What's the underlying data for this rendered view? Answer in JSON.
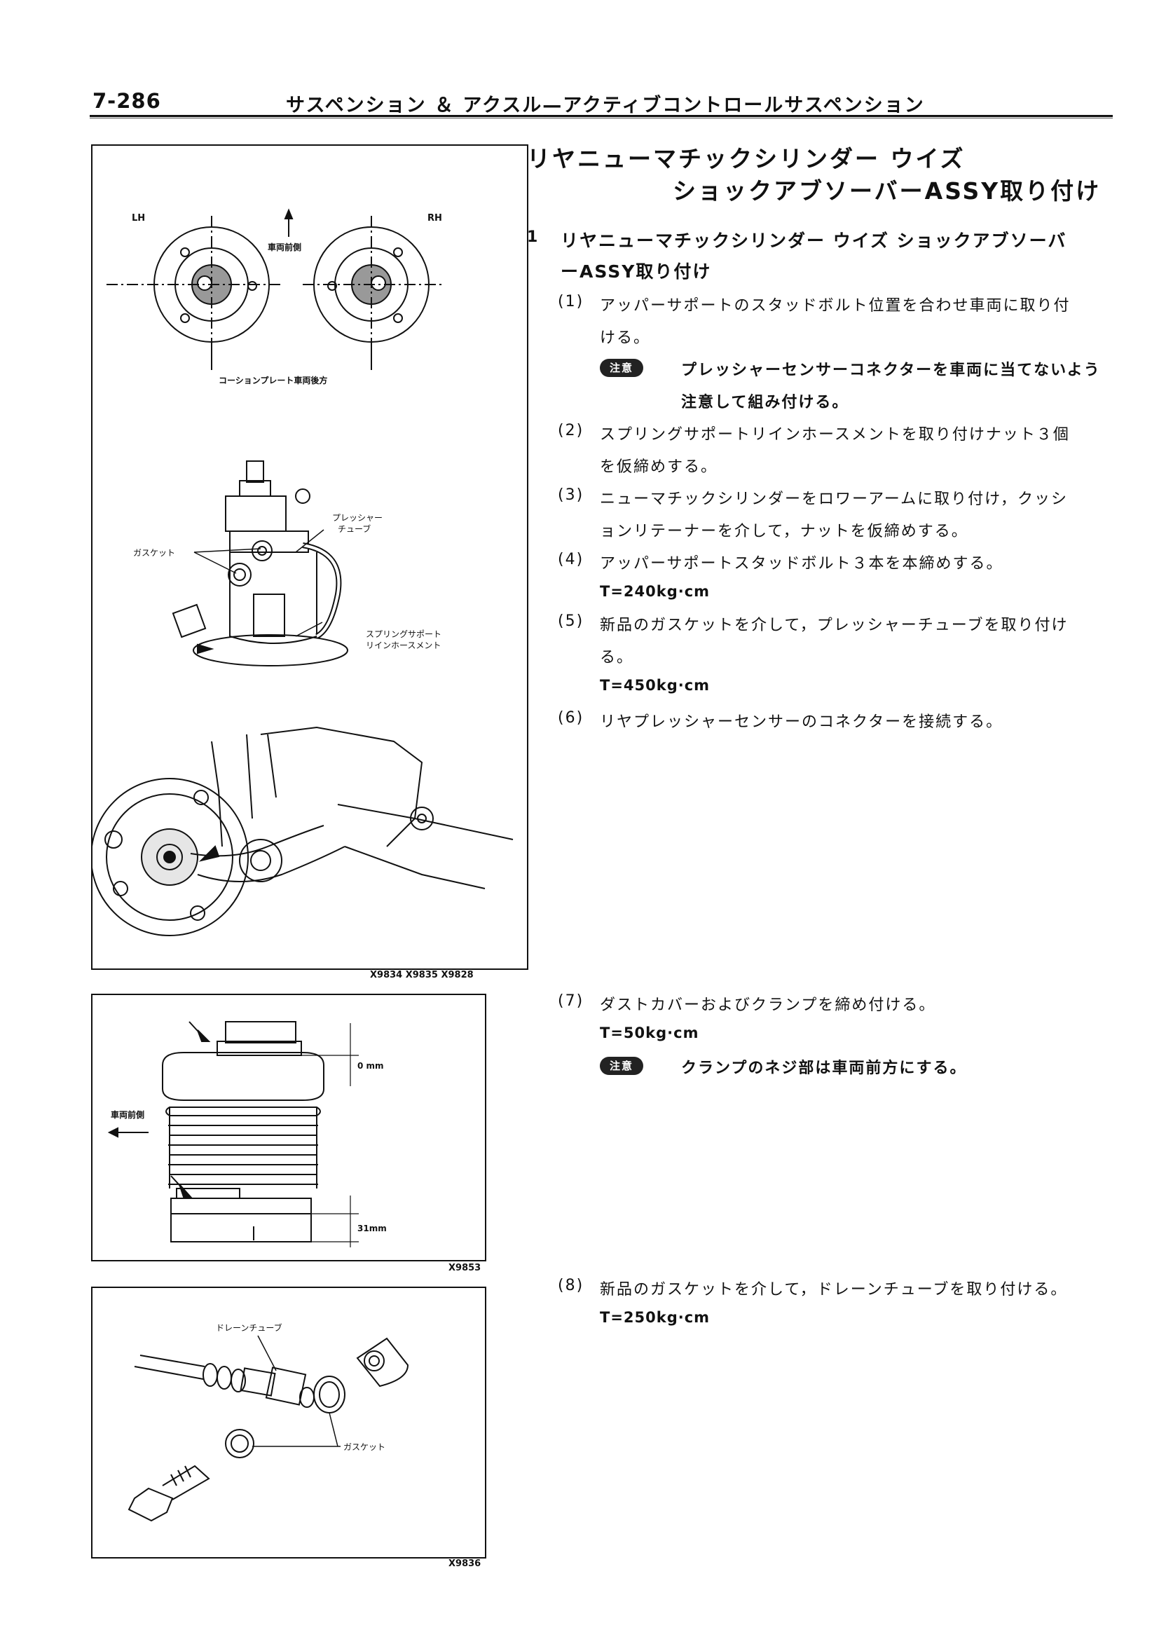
{
  "header": {
    "page_number": "7-286",
    "running_head": "サスペンション ＆ アクスル—アクティブコントロールサスペンション"
  },
  "title": {
    "line1": "リヤニューマチックシリンダー ウイズ",
    "line2": "ショックアブソーバーASSY取り付け"
  },
  "section": {
    "number": "1",
    "heading_line1": "リヤニューマチックシリンダー ウイズ ショックアブソーバ",
    "heading_line2": "ーASSY取り付け"
  },
  "steps": [
    {
      "num": "(1)",
      "line1": "アッパーサポートのスタッドボルト位置を合わせ車両に取り付",
      "line2": "ける。"
    },
    {
      "num": "(2)",
      "line1": "スプリングサポートリインホースメントを取り付けナット３個",
      "line2": "を仮締めする。"
    },
    {
      "num": "(3)",
      "line1": "ニューマチックシリンダーをロワーアームに取り付け，クッシ",
      "line2": "ョンリテーナーを介して，ナットを仮締めする。"
    },
    {
      "num": "(4)",
      "line1": "アッパーサポートスタッドボルト３本を本締めする。",
      "torque": "T=240kg·cm"
    },
    {
      "num": "(5)",
      "line1": "新品のガスケットを介して，プレッシャーチューブを取り付け",
      "line2": "る。",
      "torque": "T=450kg·cm"
    },
    {
      "num": "(6)",
      "line1": "リヤプレッシャーセンサーのコネクターを接続する。"
    },
    {
      "num": "(7)",
      "line1": "ダストカバーおよびクランプを締め付ける。",
      "torque": "T=50kg·cm"
    },
    {
      "num": "(8)",
      "line1": "新品のガスケットを介して，ドレーンチューブを取り付ける。",
      "torque": "T=250kg·cm"
    }
  ],
  "notes": [
    {
      "badge": "注意",
      "line1": "プレッシャーセンサーコネクターを車両に当てないよう",
      "line2": "注意して組み付ける。"
    },
    {
      "badge": "注意",
      "line1": "クランプのネジ部は車両前方にする。"
    }
  ],
  "figure1": {
    "label_lh": "LH",
    "label_rh": "RH",
    "label_front": "車両前側",
    "label_plate": "コーションプレート車両後方",
    "label_pressure_tube_1": "プレッシャー",
    "label_pressure_tube_2": "チューブ",
    "label_gasket": "ガスケット",
    "label_spring_1": "スプリングサポート",
    "label_spring_2": "リインホースメント",
    "codes": "X9834  X9835  X9828"
  },
  "figure2": {
    "label_front": "車両前側",
    "dim_top": "0 mm",
    "dim_bottom": "31mm",
    "code": "X9853"
  },
  "figure3": {
    "label_drain": "ドレーンチューブ",
    "label_gasket": "ガスケット",
    "code": "X9836"
  }
}
